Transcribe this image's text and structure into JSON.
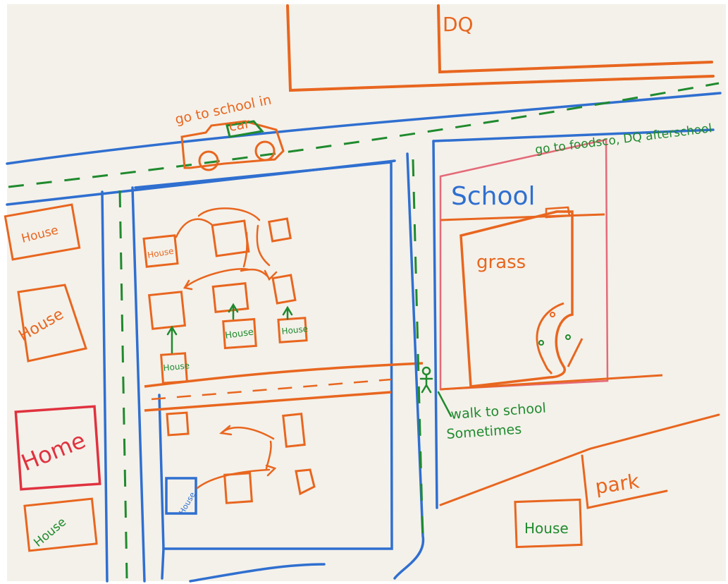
{
  "colors": {
    "paper": "#f4f1ea",
    "orange": "#e8661f",
    "blue": "#2f6fd0",
    "green": "#1f8a2e",
    "red": "#e0323f",
    "pink": "#e46a78"
  },
  "labels": {
    "dq": "DQ",
    "car_caption_line1": "go to school in",
    "car_caption_line2": "car",
    "foodsco_note": "go to foodsco, DQ afterschool",
    "school": "School",
    "grass": "grass",
    "walk_line1": "walk to school",
    "walk_line2": "Sometimes",
    "park": "park",
    "home": "Home"
  },
  "houses": {
    "left_top": "House",
    "left_mid": "House",
    "left_bottom": "House",
    "block_top": "House",
    "block_mid1": "House",
    "block_mid2": "House",
    "block_lower": "House",
    "block_bottom": "House",
    "park_house": "House"
  }
}
